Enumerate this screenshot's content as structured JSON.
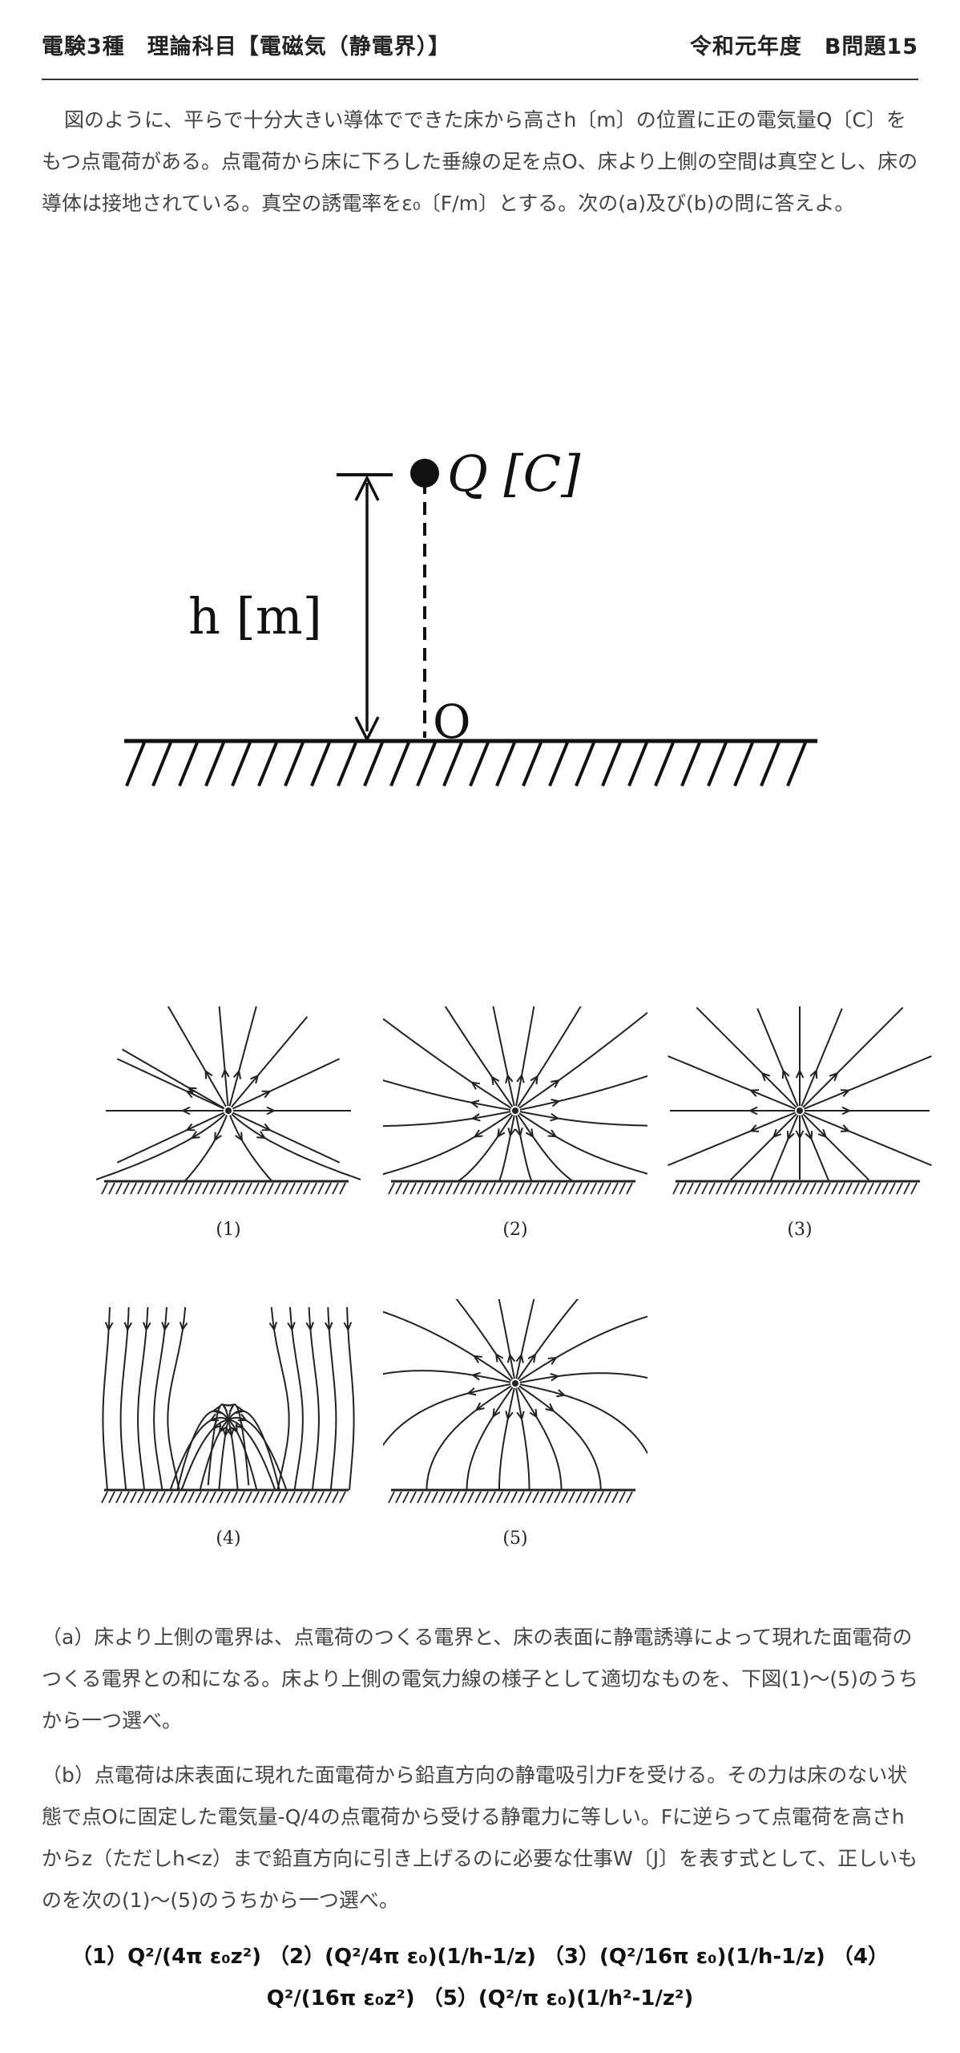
{
  "header": {
    "left": "電験3種　理論科目【電磁気（静電界）】",
    "right": "令和元年度　B問題15"
  },
  "intro": "図のように、平らで十分大きい導体でできた床から高さh〔m〕の位置に正の電気量Q〔C〕をもつ点電荷がある。点電荷から床に下ろした垂線の足を点O、床より上側の空間は真空とし、床の導体は接地されている。真空の誘電率をε₀〔F/m〕とする。次の(a)及び(b)の問に答えよ。",
  "figure": {
    "charge_label": "Q [C]",
    "height_label": "h [m]",
    "origin_label": "O"
  },
  "options_fig": {
    "labels": [
      "(1)",
      "(2)",
      "(3)",
      "(4)",
      "(5)"
    ]
  },
  "question_a": "（a）床より上側の電界は、点電荷のつくる電界と、床の表面に静電誘導によって現れた面電荷のつくる電界との和になる。床より上側の電気力線の様子として適切なものを、下図(1)〜(5)のうちから一つ選べ。",
  "question_b": "（b）点電荷は床表面に現れた面電荷から鉛直方向の静電吸引力Fを受ける。その力は床のない状態で点Oに固定した電気量-Q/4の点電荷から受ける静電力に等しい。Fに逆らって点電荷を高さhからz（ただしh<z）まで鉛直方向に引き上げるのに必要な仕事W〔J〕を表す式として、正しいものを次の(1)〜(5)のうちから一つ選べ。",
  "answer_choices": {
    "c1_num": "（1）",
    "c1": "Q²/(4π ε₀z²)",
    "c2_num": "（2）",
    "c2": "(Q²/4π ε₀)(1/h-1/z)",
    "c3_num": "（3）",
    "c3": "(Q²/16π ε₀)(1/h-1/z)",
    "c4_num": "（4）",
    "c4": "Q²/(16π ε₀z²)",
    "c5_num": "（5）",
    "c5": "(Q²/π ε₀)(1/h²-1/z²)"
  }
}
